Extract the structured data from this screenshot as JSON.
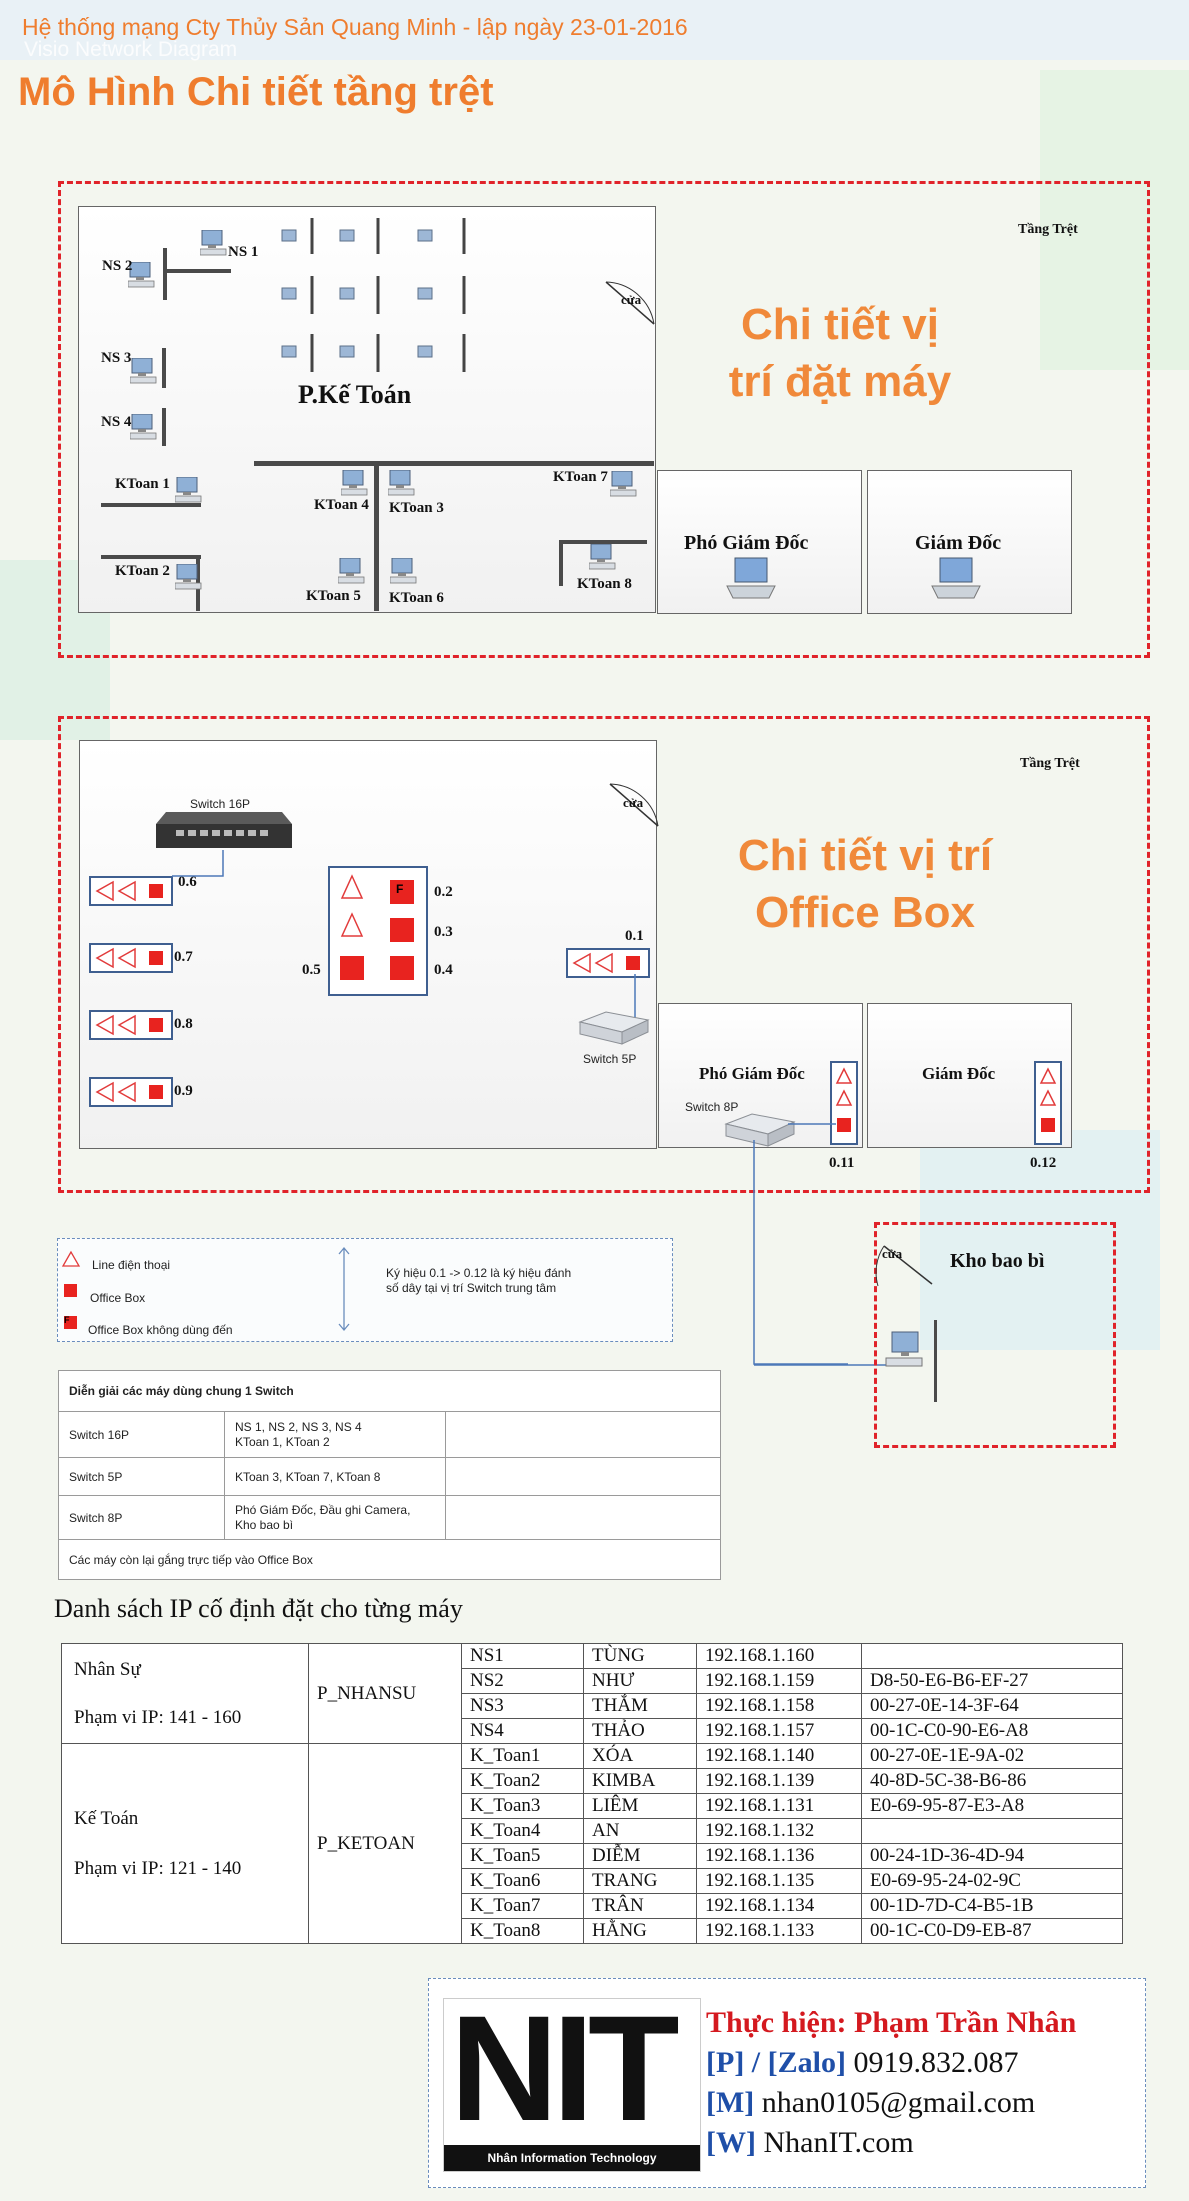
{
  "header": {
    "title": "Hệ thống mạng Cty Thủy Sản Quang Minh - lập ngày 23-01-2016",
    "ghost": "Visio Network Diagram",
    "subtitle": "Mô Hình Chi tiết tầng trệt"
  },
  "floor1": {
    "tag": "Tầng Trệt",
    "big_line1": "Chi tiết vị",
    "big_line2": "trí đặt máy",
    "room_main": "P.Kế Toán",
    "door": "cửa",
    "room_pgd": "Phó Giám Đốc",
    "room_gd": "Giám Đốc",
    "pcs": {
      "ns1": "NS 1",
      "ns2": "NS 2",
      "ns3": "NS 3",
      "ns4": "NS 4",
      "kt1": "KToan 1",
      "kt2": "KToan 2",
      "kt3": "KToan 3",
      "kt4": "KToan 4",
      "kt5": "KToan 5",
      "kt6": "KToan 6",
      "kt7": "KToan 7",
      "kt8": "KToan 8"
    }
  },
  "floor2": {
    "tag": "Tầng Trệt",
    "big_line1": "Chi tiết vị trí",
    "big_line2": "Office Box",
    "door": "cửa",
    "switch16": "Switch 16P",
    "switch5": "Switch 5P",
    "switch8": "Switch 8P",
    "room_pgd": "Phó Giám Đốc",
    "room_gd": "Giám Đốc",
    "f_mark": "F",
    "labels": {
      "b01": "0.1",
      "b02": "0.2",
      "b03": "0.3",
      "b04": "0.4",
      "b05": "0.5",
      "b06": "0.6",
      "b07": "0.7",
      "b08": "0.8",
      "b09": "0.9",
      "b11": "0.11",
      "b12": "0.12"
    }
  },
  "legend": {
    "line": "Line điện thoại",
    "office_box": "Office Box",
    "office_box_unused": "Office Box không dùng đến",
    "note": "Ký hiệu 0.1 -> 0.12 là ký hiệu đánh số dây tại vị trí Switch trung tâm"
  },
  "kho": {
    "title": "Kho bao bì",
    "door": "cửa"
  },
  "switch_table": {
    "title": "Diễn giải các máy dùng chung 1 Switch",
    "rows": [
      {
        "name": "Switch 16P",
        "line1": "NS 1, NS 2, NS 3, NS 4",
        "line2": "KToan 1, KToan 2"
      },
      {
        "name": "Switch 5P",
        "line1": "KToan 3, KToan 7, KToan 8",
        "line2": ""
      },
      {
        "name": "Switch 8P",
        "line1": "Phó Giám Đốc, Đầu ghi Camera,",
        "line2": "Kho bao bì"
      }
    ],
    "footer": "Các máy còn lại gắng trực tiếp vào Office Box"
  },
  "ip_section": {
    "title": "Danh sách IP cố định đặt cho từng máy",
    "groups": [
      {
        "dept": "Nhân Sự",
        "range": "Phạm vi IP: 141 - 160",
        "group": "P_NHANSU"
      },
      {
        "dept": "Kế Toán",
        "range": "Phạm vi IP: 121 - 140",
        "group": "P_KETOAN"
      }
    ],
    "rows": [
      [
        "NS1",
        "TÙNG",
        "192.168.1.160",
        ""
      ],
      [
        "NS2",
        "NHƯ",
        "192.168.1.159",
        "D8-50-E6-B6-EF-27"
      ],
      [
        "NS3",
        "THẮM",
        "192.168.1.158",
        "00-27-0E-14-3F-64"
      ],
      [
        "NS4",
        "THẢO",
        "192.168.1.157",
        "00-1C-C0-90-E6-A8"
      ],
      [
        "K_Toan1",
        "XÓA",
        "192.168.1.140",
        "00-27-0E-1E-9A-02"
      ],
      [
        "K_Toan2",
        "KIMBA",
        "192.168.1.139",
        "40-8D-5C-38-B6-86"
      ],
      [
        "K_Toan3",
        "LIÊM",
        "192.168.1.131",
        "E0-69-95-87-E3-A8"
      ],
      [
        "K_Toan4",
        "AN",
        "192.168.1.132",
        ""
      ],
      [
        "K_Toan5",
        "DIỄM",
        "192.168.1.136",
        "00-24-1D-36-4D-94"
      ],
      [
        "K_Toan6",
        "TRANG",
        "192.168.1.135",
        "E0-69-95-24-02-9C"
      ],
      [
        "K_Toan7",
        "TRÂN",
        "192.168.1.134",
        "00-1D-7D-C4-B5-1B"
      ],
      [
        "K_Toan8",
        "HẰNG",
        "192.168.1.133",
        "00-1C-C0-D9-EB-87"
      ]
    ]
  },
  "credit": {
    "logo_text": "NIT",
    "logo_caption": "Nhân Information Technology",
    "author": "Thực hiện: Phạm Trần Nhân",
    "phone_tag": "[P] / [Zalo]",
    "phone": "0919.832.087",
    "mail_tag": "[M]",
    "mail": "nhan0105@gmail.com",
    "web_tag": "[W]",
    "web": "NhanIT.com"
  },
  "colors": {
    "accent_orange": "#f0893a",
    "dash_red": "#e0232a",
    "box_blue": "#3f5f90",
    "credit_red": "#d4191f",
    "credit_blue": "#1f4fa8"
  }
}
